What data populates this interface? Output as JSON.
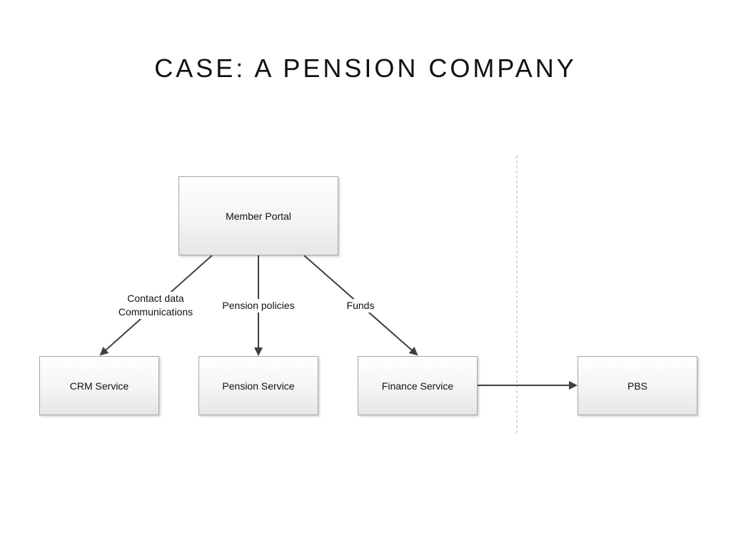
{
  "title": "CASE: A PENSION COMPANY",
  "nodes": {
    "member_portal": "Member Portal",
    "crm_service": "CRM Service",
    "pension_service": "Pension Service",
    "finance_service": "Finance Service",
    "pbs": "PBS"
  },
  "edges": {
    "portal_to_crm": {
      "line1": "Contact data",
      "line2": "Communications"
    },
    "portal_to_pension": "Pension policies",
    "portal_to_finance": "Funds"
  },
  "colors": {
    "line": "#404040",
    "node_border": "#a6a6a6",
    "divider": "#b4b4b4"
  }
}
